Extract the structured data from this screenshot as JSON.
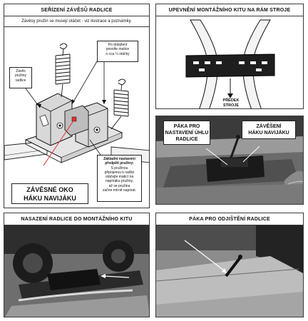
{
  "panel1": {
    "title": "SEŘÍZENÍ ZÁVĚSŮ RADLICE",
    "subtitle": "Závěsy pružin se musejí otáčet - viz ilustrace a poznámky.",
    "callout_spring_hook": [
      "Závěs",
      "pružiny",
      "radlice"
    ],
    "callout_nut": [
      "Po dotažení",
      "povolte matice",
      "o cca ¼ otáčky"
    ],
    "callout_basic_title": [
      "Základní nastavení",
      "předpětí pružiny:"
    ],
    "callout_basic_body": [
      "S pružinou",
      "připojenou k radlici",
      "otáčejte maticí na",
      "napínáku pružiny,",
      "až se pružina",
      "začne mírně napínat."
    ],
    "label_eye": [
      "ZÁVĚSNÉ OKO",
      "HÁKU NAVIJÁKU"
    ]
  },
  "panel2": {
    "title": "UPEVNĚNÍ MONTÁŽNÍHO KITU NA RÁM STROJE",
    "label_front": [
      "PŘEDEK",
      "STROJE"
    ]
  },
  "panel3": {
    "label_lever": [
      "PÁKA PRO",
      "NASTAVENÍ ÚHLU",
      "RADLICE"
    ],
    "label_hook": [
      "ZÁVĚŠENÍ",
      "HÁKU NAVIJÁKU"
    ]
  },
  "panel4": {
    "title": "NASAZENÍ RADLICE DO MONTÁŽNÍHO KITU"
  },
  "panel5": {
    "title": "PÁKA PRO ODJIŠTĚNÍ RADLICE"
  },
  "colors": {
    "border": "#3a3a3a",
    "pointer_red": "#e03030",
    "photo_dark": "#2a2a2a"
  }
}
